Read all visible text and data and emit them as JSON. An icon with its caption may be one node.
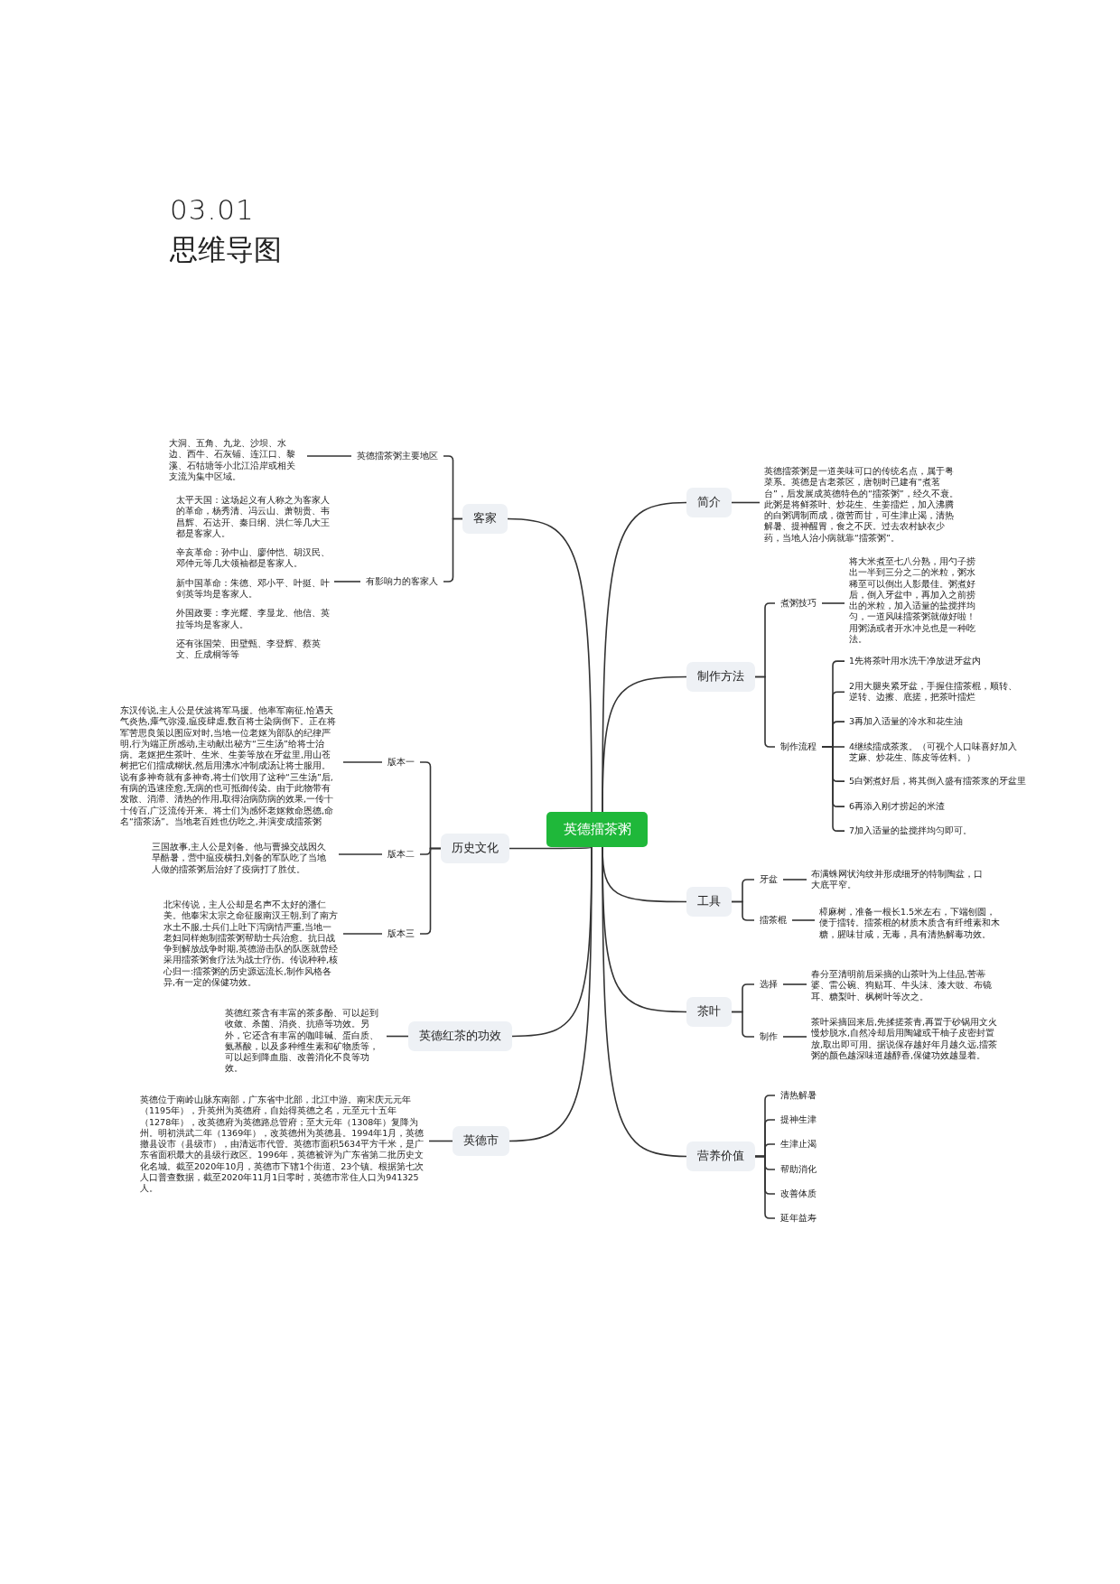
{
  "diagram": {
    "title": "思维导图",
    "nodes": [
      {
        "text": [
          "英德擂茶粥"
        ]
      },
      {
        "text": [
          "简介"
        ]
      },
      {
        "text": [
          "英德擂茶粥是一道美味可口的传统名点，属于粤菜系。英德是古老茶区，唐朝时已建有“煮茗台”，后发展成英德特色的“擂茶粥”，经久不衰。此粥是将鲜茶叶、炒花生、生姜擂烂，加入沸腾的白粥调制而成，微苦而甘，可生津止渴，清热解暑、提神醒胃，食之不厌。过去农村缺衣少药，当地人治小病就靠“擂茶粥”。"
        ]
      },
      {
        "text": [
          "制作方法"
        ]
      },
      {
        "text": [
          "煮粥技巧"
        ]
      },
      {
        "text": [
          "将大米煮至七八分熟，用勺子捞出一半到三分之二的米粒，粥水稀至可以倒出人影最佳。粥煮好后，倒入牙盆中，再加入之前捞出的米粒，加入适量的盐搅拌均匀，一道风味擂茶粥就做好啦！用粥汤或者开水冲兑也是一种吃法。"
        ]
      },
      {
        "text": [
          "制作流程"
        ]
      },
      {
        "text": [
          "1先将茶叶用水洗干净放进牙盆内"
        ]
      },
      {
        "text": [
          "2用大腿夹紧牙盆，手握住擂茶棍，顺转、逆转、边擦、底搓，把茶叶擂烂"
        ]
      },
      {
        "text": [
          "3再加入适量的冷水和花生油"
        ]
      },
      {
        "text": [
          "4继续擂成茶浆。（可视个人口味喜好加入芝麻、炒花生、陈皮等佐料。）"
        ]
      },
      {
        "text": [
          "5白粥煮好后，将其倒入盛有擂茶浆的牙盆里"
        ]
      },
      {
        "text": [
          "6再添入刚才捞起的米渣"
        ]
      },
      {
        "text": [
          "7加入适量的盐搅拌均匀即可。"
        ]
      },
      {
        "text": [
          "工具"
        ]
      },
      {
        "text": [
          "牙盆"
        ]
      },
      {
        "text": [
          "布满蛛网状沟纹并形成细牙的特制陶盆，口大底平窄。"
        ]
      },
      {
        "text": [
          "擂茶棍"
        ]
      },
      {
        "text": [
          "樟麻树，准备一根长1.5米左右，下端刨圆，便于擂转。擂茶棍的材质木质含有纤维素和木糖，腥味甘咸，无毒，具有清热解毒功效。"
        ]
      },
      {
        "text": [
          "茶叶"
        ]
      },
      {
        "text": [
          "选择"
        ]
      },
      {
        "text": [
          "春分至清明前后采摘的山茶叶为上佳品,苦蒂婆、雷公碗、狗贴耳、牛头沫、漆大豉、布镜耳、糖梨叶、枫树叶等次之。"
        ]
      },
      {
        "text": [
          "制作"
        ]
      },
      {
        "text": [
          "茶叶采摘回来后,先揉搓茶青,再置于砂锅用文火慢炒脱水,自然冷却后用陶罐或干柚子皮密封置放,取出即可用。据说保存越好年月越久远,擂茶粥的颜色越深味道越醇香,保健功效越显着。"
        ]
      },
      {
        "text": [
          "营养价值"
        ]
      },
      {
        "text": [
          "清热解暑"
        ]
      },
      {
        "text": [
          "提神生津"
        ]
      },
      {
        "text": [
          "生津止渴"
        ]
      },
      {
        "text": [
          "帮助消化"
        ]
      },
      {
        "text": [
          "改善体质"
        ]
      },
      {
        "text": [
          "延年益寿"
        ]
      },
      {
        "text": [
          "客家"
        ]
      },
      {
        "text": [
          "英德擂茶粥主要地区"
        ]
      },
      {
        "text": [
          "大洞、五角、九龙、沙坝、水边、西牛、石灰铺、连江口、黎溪、石牯塘等小北江沿岸或相关支流为集中区域。"
        ]
      },
      {
        "text": [
          "有影响力的客家人"
        ]
      },
      {
        "text": [
          "太平天国：这场起义有人称之为客家人的革命，杨秀清、冯云山、萧朝贵、韦昌辉、石达开、秦日纲、洪仁等几大王都是客家人。",
          "辛亥革命：孙中山、廖仲恺、胡汉民、邓仲元等几大领袖都是客家人。",
          "新中国革命：朱德、邓小平、叶挺、叶剑英等均是客家人。",
          "外国政要：李光耀、李显龙、他信、英拉等均是客家人。",
          "还有张国荣、田壁甄、李登辉、蔡英文、丘成桐等等"
        ]
      },
      {
        "text": [
          "历史文化"
        ]
      },
      {
        "text": [
          "版本一"
        ]
      },
      {
        "text": [
          "东汉传说,主人公是伏波将军马援。他率军南征,恰遇天气炎热,瘴气弥漫,瘟疫肆虐,数百将士染病倒下。正在将军苦思良策以图应对时,当地一位老妪为部队的纪律严明,行为端正所感动,主动献出秘方“三生汤”给将士治病。老妪把生茶叶、生米、生姜等放在牙盆里,用山苍树把它们擂成糊状,然后用沸水冲制成汤让将士服用。说有多神奇就有多神奇,将士们饮用了这种“三生汤”后,有病的迅速痊愈,无病的也可抵御传染。由于此物带有发散、消滞、清热的作用,取得治病防病的效果,一传十十传百,广泛流传开来。将士们为感怀老妪救命恩德,命名“擂茶汤”。当地老百姓也仿吃之,并演变成擂茶粥"
        ]
      },
      {
        "text": [
          "版本二"
        ]
      },
      {
        "text": [
          "三国故事,主人公是刘备。他与曹操交战因久旱酷暑，营中瘟疫横扫,刘备的军队吃了当地人做的擂茶粥后治好了疫病打了胜仗。"
        ]
      },
      {
        "text": [
          "版本三"
        ]
      },
      {
        "text": [
          "北宋传说，主人公却是名声不太好的潘仁美。他奉宋太宗之命征服南汉王朝,到了南方水土不服,士兵们上吐下泻病情严重,当地一老妇同样炮制擂茶粥帮助士兵治愈。抗日战争到解放战争时期,英德游击队的队医就曾经采用擂茶粥食疗法为战士疗伤。传说种种,核心归一:擂茶粥的历史源远流长,制作风格各异,有一定的保健功效。"
        ]
      },
      {
        "text": [
          "英德红茶的功效"
        ]
      },
      {
        "text": [
          "英德红茶含有丰富的茶多酚、可以起到收敛、杀菌、消炎、抗癌等功效。另外，它还含有丰富的咖啡碱、蛋白质、氨基酸，以及多种维生素和矿物质等，可以起到降血脂、改善消化不良等功效。"
        ]
      },
      {
        "text": [
          "英德市"
        ]
      },
      {
        "text": [
          "英德位于南岭山脉东南部，广东省中北部，北江中游。南宋庆元元年（1195年），升英州为英德府，自始得英德之名，元至元十五年（1278年），改英德府为英德路总管府；至大元年（1308年）复降为州。明初洪武二年（1369年），改英德州为英德县。1994年1月，英德撤县设市（县级市），由清远市代管。英德市面积5634平方千米，是广东省面积最大的县级行政区。1996年，英德被评为广东省第二批历史文化名城。截至2020年10月，英德市下辖1个街道、23个镇。根据第七次人口普查数据，截至2020年11月1日零时，英德市常住人口为941325人。"
        ]
      }
    ],
    "edges": [
      {
        "from": 0,
        "to": 1,
        "arrow": "none"
      },
      {
        "from": 0,
        "to": 3,
        "arrow": "none"
      },
      {
        "from": 0,
        "to": 14,
        "arrow": "none"
      },
      {
        "from": 0,
        "to": 19,
        "arrow": "none"
      },
      {
        "from": 0,
        "to": 24,
        "arrow": "none"
      },
      {
        "from": 0,
        "to": 31,
        "arrow": "none"
      },
      {
        "from": 0,
        "to": 36,
        "arrow": "none"
      },
      {
        "from": 0,
        "to": 43,
        "arrow": "none"
      },
      {
        "from": 0,
        "to": 45,
        "arrow": "none"
      },
      {
        "from": 1,
        "to": 2,
        "arrow": "none"
      },
      {
        "from": 3,
        "to": 4,
        "arrow": "none"
      },
      {
        "from": 4,
        "to": 5,
        "arrow": "none"
      },
      {
        "from": 3,
        "to": 6,
        "arrow": "none"
      },
      {
        "from": 6,
        "to": 7,
        "arrow": "none"
      },
      {
        "from": 6,
        "to": 8,
        "arrow": "none"
      },
      {
        "from": 6,
        "to": 9,
        "arrow": "none"
      },
      {
        "from": 6,
        "to": 10,
        "arrow": "none"
      },
      {
        "from": 6,
        "to": 11,
        "arrow": "none"
      },
      {
        "from": 6,
        "to": 12,
        "arrow": "none"
      },
      {
        "from": 6,
        "to": 13,
        "arrow": "none"
      },
      {
        "from": 14,
        "to": 15,
        "arrow": "none"
      },
      {
        "from": 15,
        "to": 16,
        "arrow": "none"
      },
      {
        "from": 14,
        "to": 17,
        "arrow": "none"
      },
      {
        "from": 17,
        "to": 18,
        "arrow": "none"
      },
      {
        "from": 19,
        "to": 20,
        "arrow": "none"
      },
      {
        "from": 20,
        "to": 21,
        "arrow": "none"
      },
      {
        "from": 19,
        "to": 22,
        "arrow": "none"
      },
      {
        "from": 22,
        "to": 23,
        "arrow": "none"
      },
      {
        "from": 24,
        "to": 25,
        "arrow": "none"
      },
      {
        "from": 24,
        "to": 26,
        "arrow": "none"
      },
      {
        "from": 24,
        "to": 27,
        "arrow": "none"
      },
      {
        "from": 24,
        "to": 28,
        "arrow": "none"
      },
      {
        "from": 24,
        "to": 29,
        "arrow": "none"
      },
      {
        "from": 24,
        "to": 30,
        "arrow": "none"
      },
      {
        "from": 31,
        "to": 32,
        "arrow": "none"
      },
      {
        "from": 32,
        "to": 33,
        "arrow": "none"
      },
      {
        "from": 31,
        "to": 34,
        "arrow": "none"
      },
      {
        "from": 34,
        "to": 35,
        "arrow": "none"
      },
      {
        "from": 36,
        "to": 37,
        "arrow": "none"
      },
      {
        "from": 37,
        "to": 38,
        "arrow": "none"
      },
      {
        "from": 36,
        "to": 39,
        "arrow": "none"
      },
      {
        "from": 39,
        "to": 40,
        "arrow": "none"
      },
      {
        "from": 36,
        "to": 41,
        "arrow": "none"
      },
      {
        "from": 41,
        "to": 42,
        "arrow": "none"
      },
      {
        "from": 43,
        "to": 44,
        "arrow": "none"
      },
      {
        "from": 45,
        "to": 46,
        "arrow": "none"
      }
    ],
    "labels": [
      "03.01"
    ]
  }
}
